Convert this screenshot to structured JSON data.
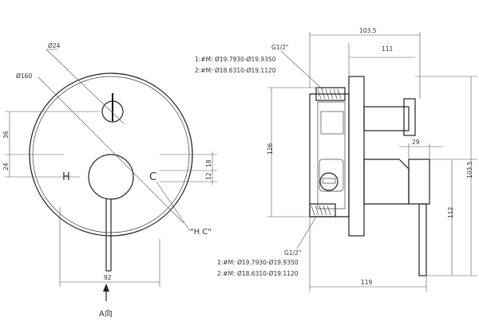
{
  "front_view": {
    "dia_small": "Ø24",
    "dia_large": "Ø160",
    "dim_36": "36",
    "dim_24": "24",
    "dim_18": "18",
    "dim_12": "12",
    "dim_92": "92",
    "label_h": "H",
    "label_c": "C",
    "label_hc": "\"H C\"",
    "view_arrow_label": "A向"
  },
  "side_view": {
    "dim_103_5_top": "103.5",
    "dim_111": "111",
    "dim_126": "126",
    "dim_29": "29",
    "dim_103_5_right": "103.5",
    "dim_112": "112",
    "dim_119": "119",
    "thread_top": "G1/2\"",
    "thread_top_line1": "1:#M: Ø19.7930-Ø19.9350",
    "thread_top_line2": "2:#M: Ø18.6310-Ø19.1120",
    "thread_bottom": "G1/2\"",
    "thread_bottom_line1": "1:#M: Ø19.7930-Ø19.9350",
    "thread_bottom_line2": "2:#M: Ø18.6310-Ø19.1120"
  }
}
